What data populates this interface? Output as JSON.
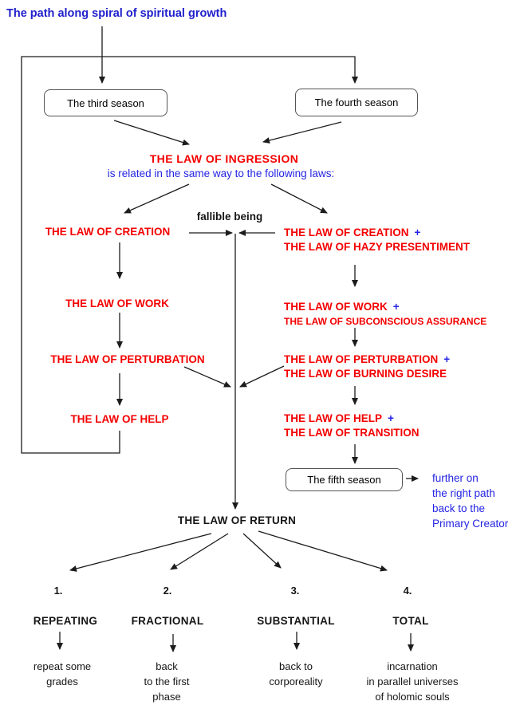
{
  "title": "The path along spiral of spiritual growth",
  "season_boxes": {
    "third": "The third season",
    "fourth": "The fourth season",
    "fifth": "The fifth season"
  },
  "ingression": {
    "heading": "THE LAW OF INGRESSION",
    "subtitle": "is related in the same way to the following laws:"
  },
  "fallible_being_label": "fallible being",
  "left_laws": [
    "THE LAW OF CREATION",
    "THE LAW OF WORK",
    "THE LAW OF PERTURBATION",
    "THE LAW OF HELP"
  ],
  "right_laws": [
    {
      "base": "THE LAW OF CREATION",
      "plus": "+",
      "added": "THE LAW OF HAZY PRESENTIMENT"
    },
    {
      "base": "THE LAW OF WORK",
      "plus": "+",
      "added": "THE LAW OF SUBCONSCIOUS ASSURANCE"
    },
    {
      "base": "THE LAW OF PERTURBATION",
      "plus": "+",
      "added": "THE LAW OF BURNING DESIRE"
    },
    {
      "base": "THE LAW OF HELP",
      "plus": "+",
      "added": "THE LAW OF TRANSITION"
    }
  ],
  "further_note": "further on\nthe right path\nback to the\nPrimary Creator",
  "law_of_return": "THE LAW OF RETURN",
  "outcomes": [
    {
      "number": "1.",
      "label": "REPEATING",
      "description": "repeat some\ngrades"
    },
    {
      "number": "2.",
      "label": "FRACTIONAL",
      "description": "back\nto the first\nphase"
    },
    {
      "number": "3.",
      "label": "SUBSTANTIAL",
      "description": "back to\ncorporeality"
    },
    {
      "number": "4.",
      "label": "TOTAL",
      "description": "incarnation\nin parallel universes\nof holomic souls"
    }
  ],
  "colors": {
    "red": "#f40000",
    "blue": "#2424e4",
    "title_blue": "#2020cc",
    "text": "#151515",
    "line": "#1c1c1c",
    "box_border": "#555555"
  }
}
